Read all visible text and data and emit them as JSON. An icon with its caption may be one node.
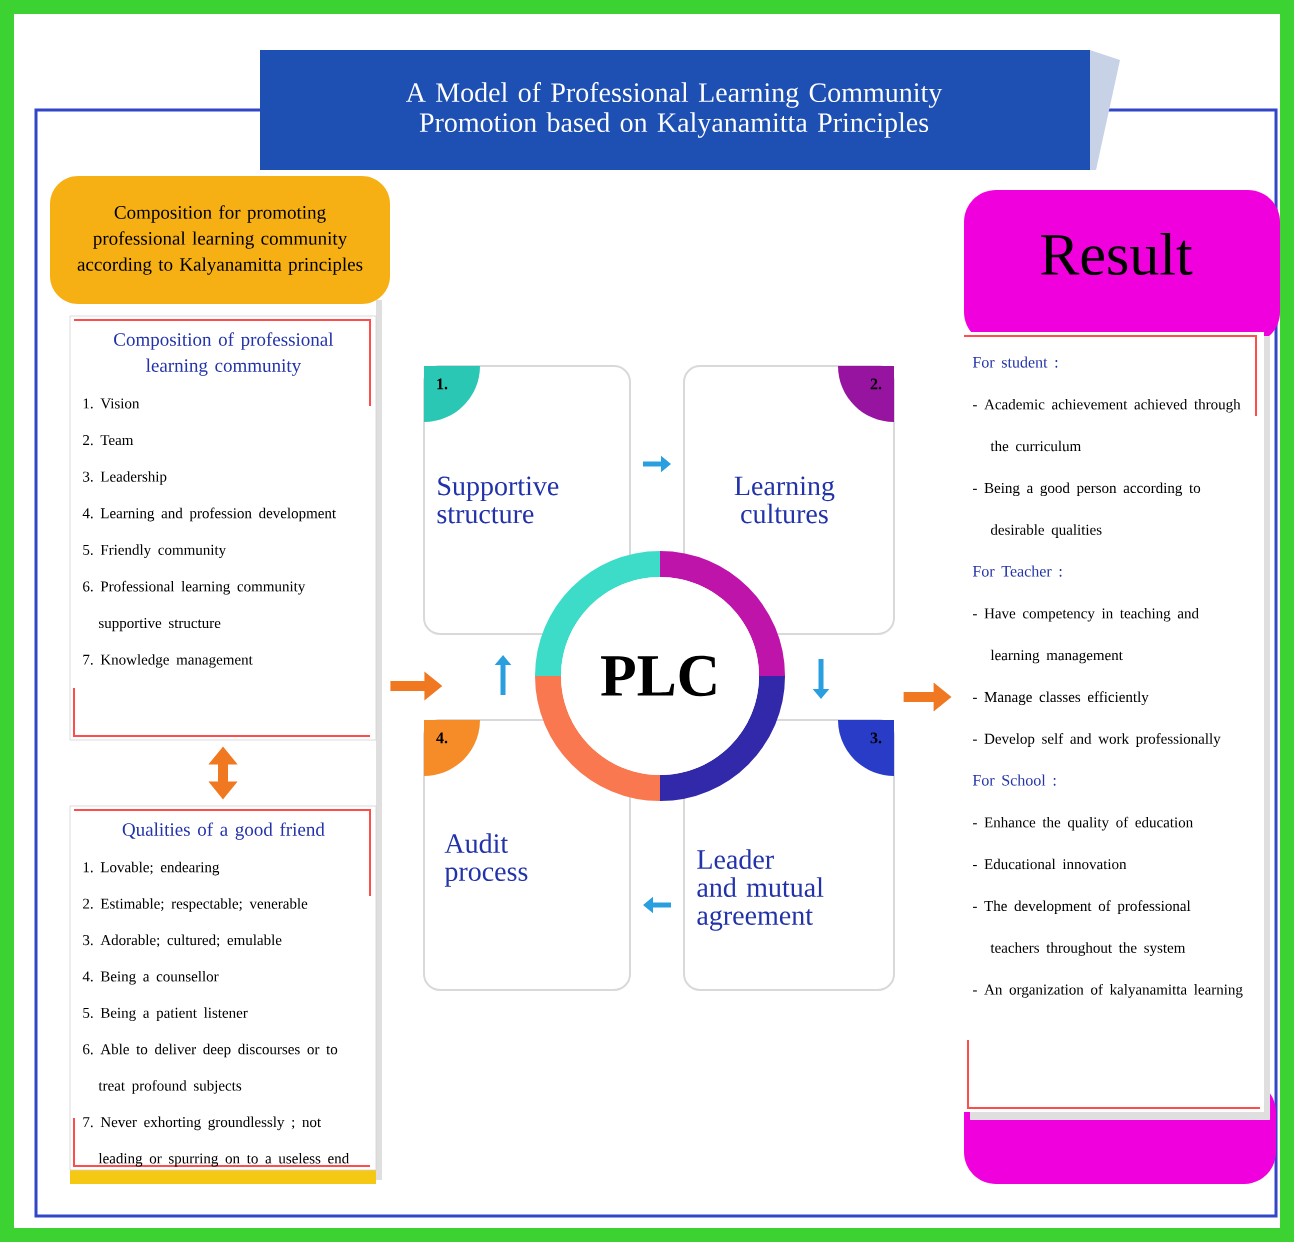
{
  "diagram": {
    "title": "A Model of Professional Learning Community Promotion based on Kalyanamitta Principles",
    "nodes": [
      {
        "text": [
          "Composition for promoting professional learning community according to Kalyanamitta principles"
        ]
      },
      {
        "text": [
          "Composition of professional learning community",
          "1. Vision",
          "2. Team",
          "3. Leadership",
          "4. Learning and profession development",
          "5. Friendly community",
          "6. Professional learning community supportive structure",
          "7. Knowledge management"
        ],
        "in": 0
      },
      {
        "text": [
          "Qualities of a good friend",
          "1. Lovable; endearing",
          "2. Estimable; respectable; venerable",
          "3. Adorable; cultured; emulable",
          "4. Being a counsellor",
          "5. Being a patient listener",
          "6. Able to deliver deep discourses or to treat profound subjects",
          "7. Never exhorting groundlessly ; not leading or spurring on to a useless end"
        ],
        "in": 0
      },
      {
        "text": [
          "1.",
          "Supportive structure"
        ]
      },
      {
        "text": [
          "2.",
          "Learning cultures"
        ]
      },
      {
        "text": [
          "3.",
          "Leader and mutual agreement"
        ]
      },
      {
        "text": [
          "4.",
          "Audit process"
        ]
      },
      {
        "text": [
          "PLC"
        ]
      },
      {
        "text": [
          "Result",
          "For student :",
          "- Academic achievement achieved through the curriculum",
          "- Being a good person according to desirable qualities",
          "For Teacher :",
          "- Have competency in teaching and learning management",
          "- Manage classes efficiently",
          "- Develop self and work professionally",
          "For School :",
          "- Enhance the quality of education",
          "- Educational innovation",
          "- The development of professional teachers throughout the system",
          "- An organization of kalyanamitta learning"
        ]
      }
    ],
    "edges": [
      {
        "from": 1,
        "to": 2,
        "arrow": "both",
        "style": "thick",
        "color": "#f07820"
      },
      {
        "from": 0,
        "to": null,
        "arrow": "to",
        "style": "thick",
        "color": "#f07820"
      },
      {
        "from": 3,
        "to": 4,
        "arrow": "to"
      },
      {
        "from": 4,
        "to": 5,
        "arrow": "to"
      },
      {
        "from": 5,
        "to": 6,
        "arrow": "to"
      },
      {
        "from": 6,
        "to": 3,
        "arrow": "to"
      },
      {
        "from": null,
        "to": 8,
        "arrow": "to",
        "style": "thick",
        "color": "#f07820"
      }
    ]
  }
}
